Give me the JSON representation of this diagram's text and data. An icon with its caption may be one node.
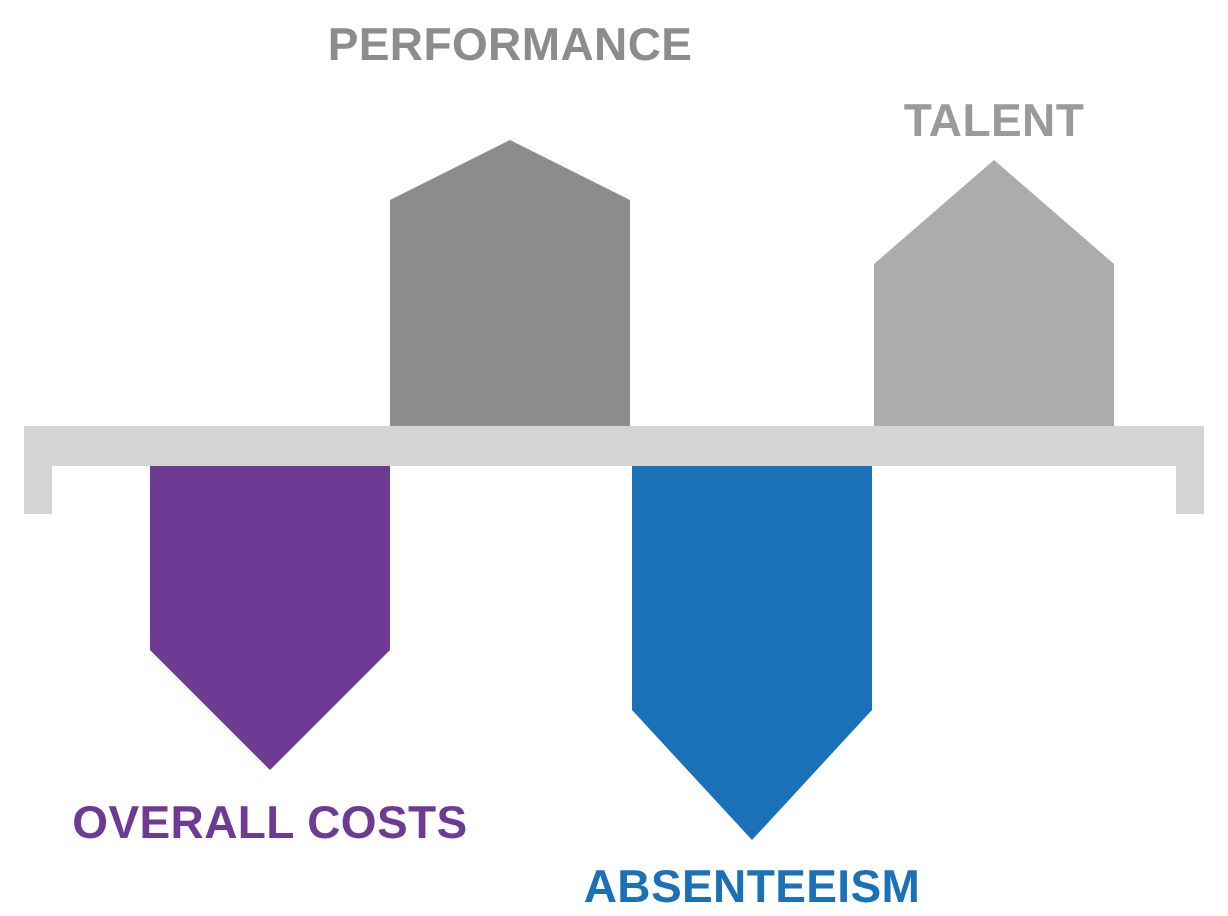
{
  "diagram": {
    "nodes": [
      {
        "text": [
          "PERFORMANCE"
        ]
      },
      {
        "text": [
          "TALENT"
        ]
      },
      {
        "text": [
          "OVERALL COSTS"
        ]
      },
      {
        "text": [
          "ABSENTEEISM"
        ]
      },
      {
        "text": [],
        "shape": "bar"
      }
    ]
  }
}
